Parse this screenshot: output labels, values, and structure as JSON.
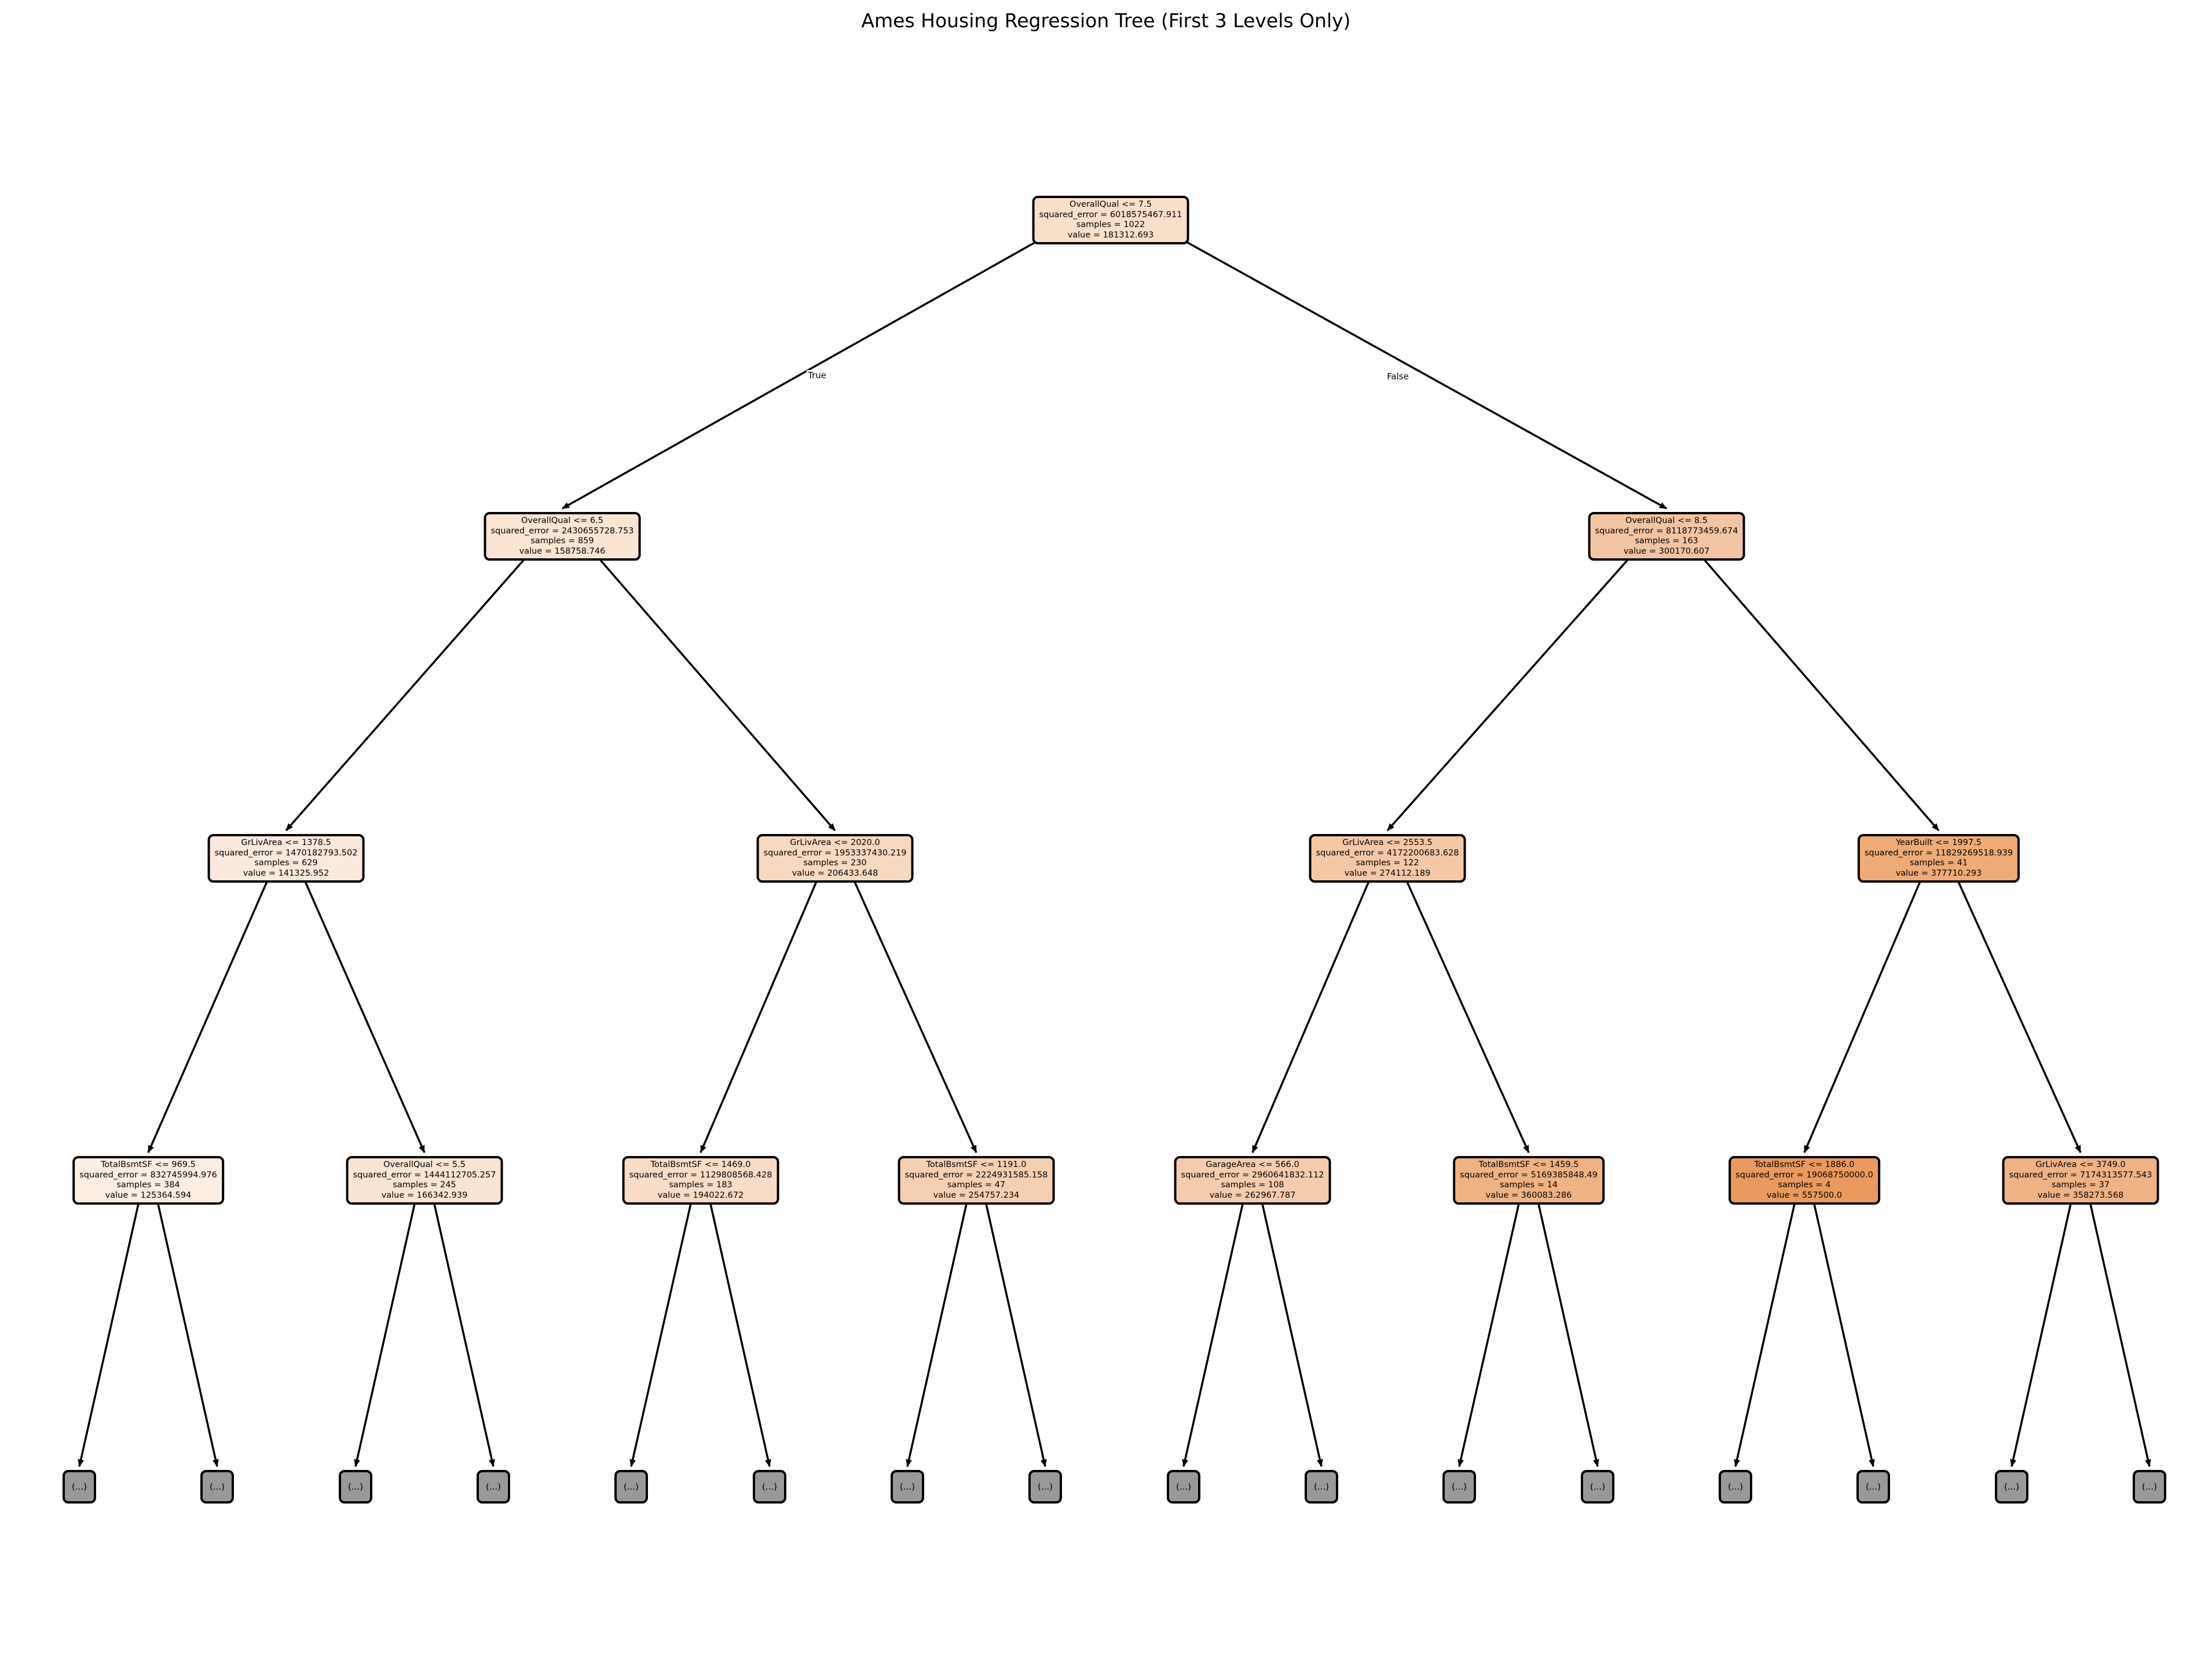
{
  "title": "Ames Housing Regression Tree (First 3 Levels Only)",
  "edge_labels": {
    "true_label": "True",
    "false_label": "False"
  },
  "tree": {
    "leaf_label": "(...)",
    "leaf_fill": "#999999",
    "nodes": [
      {
        "fill": "#f8dfca",
        "lines": [
          "OverallQual <= 7.5",
          "squared_error = 6018575467.911",
          "samples = 1022",
          "value = 181312.693"
        ]
      },
      {
        "fill": "#fae5d4",
        "lines": [
          "OverallQual <= 6.5",
          "squared_error = 2430655728.753",
          "samples = 859",
          "value = 158758.746"
        ]
      },
      {
        "fill": "#f3c4a2",
        "lines": [
          "OverallQual <= 8.5",
          "squared_error = 8118773459.674",
          "samples = 163",
          "value = 300170.607"
        ]
      },
      {
        "fill": "#fbe9dd",
        "lines": [
          "GrLivArea <= 1378.5",
          "squared_error = 1470182793.502",
          "samples = 629",
          "value = 141325.952"
        ]
      },
      {
        "fill": "#f7d9c1",
        "lines": [
          "GrLivArea <= 2020.0",
          "squared_error = 1953337430.219",
          "samples = 230",
          "value = 206433.648"
        ]
      },
      {
        "fill": "#f4c8a7",
        "lines": [
          "GrLivArea <= 2553.5",
          "squared_error = 4172200683.628",
          "samples = 122",
          "value = 274112.189"
        ]
      },
      {
        "fill": "#eeab77",
        "lines": [
          "YearBuilt <= 1997.5",
          "squared_error = 11829269518.939",
          "samples = 41",
          "value = 377710.293"
        ]
      },
      {
        "fill": "#fceee3",
        "lines": [
          "TotalBsmtSF <= 969.5",
          "squared_error = 832745994.976",
          "samples = 384",
          "value = 125364.594"
        ]
      },
      {
        "fill": "#f9e3d2",
        "lines": [
          "OverallQual <= 5.5",
          "squared_error = 1444112705.257",
          "samples = 245",
          "value = 166342.939"
        ]
      },
      {
        "fill": "#f8dcc6",
        "lines": [
          "TotalBsmtSF <= 1469.0",
          "squared_error = 1129808568.428",
          "samples = 183",
          "value = 194022.672"
        ]
      },
      {
        "fill": "#f5cfb2",
        "lines": [
          "TotalBsmtSF <= 1191.0",
          "squared_error = 2224931585.158",
          "samples = 47",
          "value = 254757.234"
        ]
      },
      {
        "fill": "#f4ccad",
        "lines": [
          "GarageArea <= 566.0",
          "squared_error = 2960641832.112",
          "samples = 108",
          "value = 262967.787"
        ]
      },
      {
        "fill": "#efb283",
        "lines": [
          "TotalBsmtSF <= 1459.5",
          "squared_error = 5169385848.49",
          "samples = 14",
          "value = 360083.286"
        ]
      },
      {
        "fill": "#ea9a5e",
        "lines": [
          "TotalBsmtSF <= 1886.0",
          "squared_error = 19068750000.0",
          "samples = 4",
          "value = 557500.0"
        ]
      },
      {
        "fill": "#efb285",
        "lines": [
          "GrLivArea <= 3749.0",
          "squared_error = 7174313577.543",
          "samples = 37",
          "value = 358273.568"
        ]
      }
    ]
  }
}
